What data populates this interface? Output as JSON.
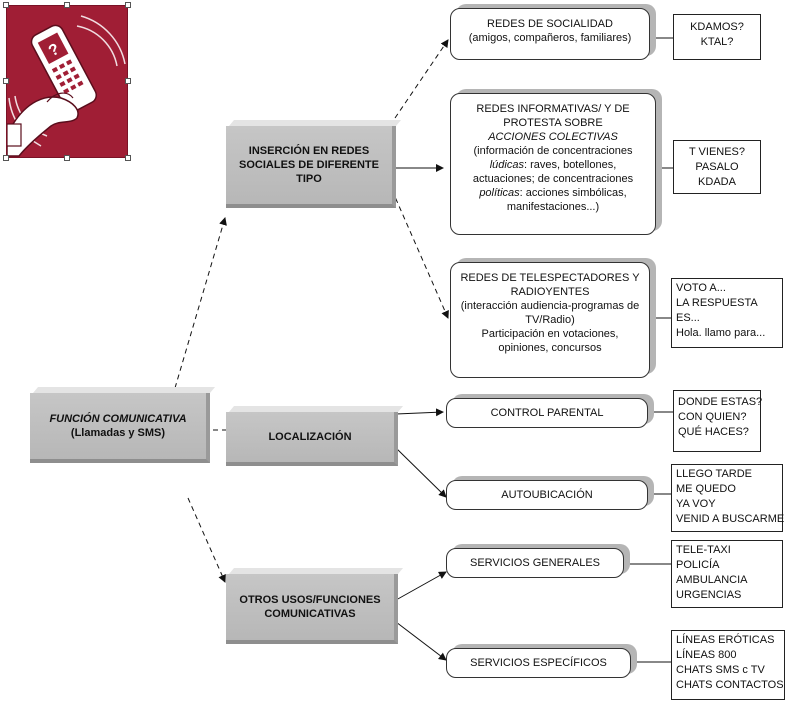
{
  "main_node": {
    "line1": "FUNCIÓN COMUNICATIVA",
    "line2": "(Llamadas y SMS)"
  },
  "categories": [
    {
      "line1": "INSERCIÓN EN REDES",
      "line2": "SOCIALES DE DIFERENTE",
      "line3": "TIPO"
    },
    {
      "line1": "LOCALIZACIÓN"
    },
    {
      "line1": "OTROS USOS/FUNCIONES",
      "line2": "COMUNICATIVAS"
    }
  ],
  "network_boxes": [
    {
      "title": "REDES DE SOCIALIDAD",
      "detail": "(amigos, compañeros, familiares)"
    },
    {
      "title1": "REDES INFORMATIVAS/ Y DE",
      "title2": "PROTESTA SOBRE",
      "title3": "ACCIONES COLECTIVAS",
      "d1": "(información de concentraciones",
      "d2a": "lúdicas",
      "d2b": ": raves, botellones,",
      "d3": "actuaciones; de concentraciones",
      "d4a": "políticas",
      "d4b": ": acciones simbólicas,",
      "d5": "manifestaciones...)"
    },
    {
      "title1": "REDES DE TELESPECTADORES  Y",
      "title2": "RADIOYENTES",
      "d1": "(interacción audiencia-programas de",
      "d2": "TV/Radio)",
      "d3": "Participación en votaciones,",
      "d4": "opiniones, concursos"
    }
  ],
  "service_boxes": [
    {
      "label": "CONTROL  PARENTAL"
    },
    {
      "label": "AUTOUBICACIÓN"
    },
    {
      "label": "SERVICIOS GENERALES"
    },
    {
      "label": "SERVICIOS ESPECÍFICOS"
    }
  ],
  "examples": [
    {
      "lines": [
        "KDAMOS?",
        "KTAL?"
      ]
    },
    {
      "lines": [
        "T VIENES?",
        "PASALO",
        "KDADA"
      ]
    },
    {
      "lines": [
        "VOTO A...",
        "LA RESPUESTA",
        "ES...",
        "Hola. llamo para..."
      ]
    },
    {
      "lines": [
        "DONDE ESTAS?",
        "CON QUIEN?",
        "QUÉ HACES?"
      ]
    },
    {
      "lines": [
        "LLEGO TARDE",
        "ME QUEDO",
        "YA VOY",
        "VENID A BUSCARME"
      ]
    },
    {
      "lines": [
        "TELE-TAXI",
        "POLICÍA",
        "AMBULANCIA",
        "URGENCIAS"
      ]
    },
    {
      "lines": [
        "LÍNEAS ERÓTICAS",
        "LÍNEAS 800",
        "CHATS SMS c TV",
        "CHATS CONTACTOS"
      ]
    }
  ],
  "colors": {
    "logo_bg": "#a01e35",
    "bar": "#bdbdbd",
    "shadow": "#b5b5b5"
  },
  "icons": {
    "illustration": "hand-holding-mobile-phone-icon"
  }
}
